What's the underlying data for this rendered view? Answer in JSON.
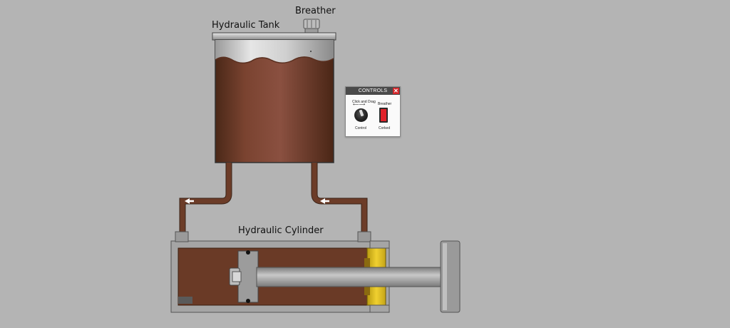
{
  "labels": {
    "breather": "Breather",
    "tank": "Hydraulic Tank",
    "cylinder": "Hydraulic Cylinder"
  },
  "controls": {
    "title": "CONTROLS",
    "close_glyph": "✕",
    "drag_hint": "Click and Drag",
    "knob_label": "Control",
    "switch_title": "Breather",
    "switch_state": "Corked"
  },
  "icons": {
    "close": "close-icon",
    "knob": "control-knob-icon",
    "switch": "breather-switch-icon",
    "flow_arrow": "flow-arrow-icon"
  },
  "colors": {
    "background": "#b4b4b4",
    "fluid": "#6a3a26",
    "metal": "#9c9c9c",
    "piston_yellow": "#e0c020",
    "close_red": "#d4282c",
    "switch_red": "#e0222a"
  }
}
